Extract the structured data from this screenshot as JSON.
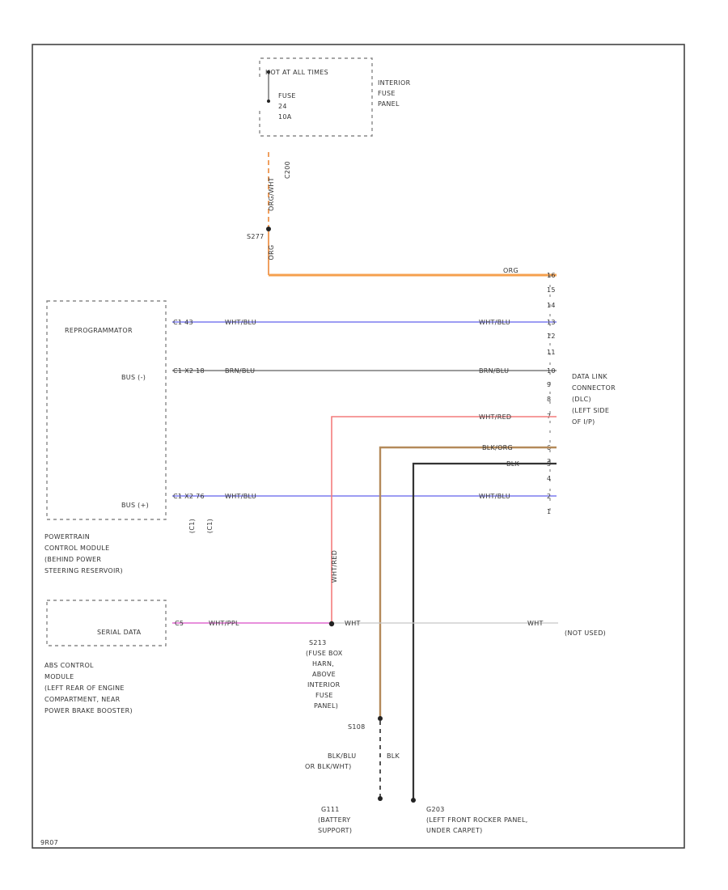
{
  "fuse_panel": {
    "hot_label": "HOT AT ALL TIMES",
    "fuse_name": "FUSE",
    "fuse_number": "24",
    "fuse_rating": "10A",
    "panel_name": [
      "INTERIOR",
      "FUSE",
      "PANEL"
    ]
  },
  "splices": {
    "s277": "S277",
    "s213": [
      "S213",
      "(FUSE BOX",
      "HARN,",
      "ABOVE",
      "INTERIOR",
      "FUSE",
      "PANEL)"
    ],
    "s108": "S108"
  },
  "grounds": {
    "g111": [
      "G111",
      "(BATTERY",
      "SUPPORT)"
    ],
    "g203": [
      "G203",
      "(LEFT FRONT ROCKER PANEL,",
      "UNDER CARPET)"
    ]
  },
  "pcm": {
    "title": "REPROGRAMMATOR",
    "bus_minus": "BUS (-)",
    "bus_plus": "BUS (+)",
    "name": [
      "POWERTRAIN",
      "CONTROL MODULE",
      "(BEHIND POWER",
      "STEERING RESERVOIR)"
    ]
  },
  "abs": {
    "label": "SERIAL DATA",
    "name": [
      "ABS CONTROL",
      "MODULE",
      "(LEFT REAR OF ENGINE",
      "COMPARTMENT, NEAR",
      "POWER BRAKE BOOSTER)"
    ]
  },
  "dlc": {
    "name": [
      "DATA LINK",
      "CONNECTOR",
      "(DLC)",
      "(LEFT SIDE",
      "OF I/P)"
    ],
    "pins": [
      "16",
      "15",
      "14",
      "13",
      "12",
      "11",
      "10",
      "9",
      "8",
      "7",
      "6",
      "5",
      "4",
      "3",
      "2",
      "1"
    ]
  },
  "wires": {
    "fuse_out": "C200",
    "orange_vertical": "ORG/WHT",
    "orange_low": "ORG",
    "orange_dlc": "ORG",
    "wht_blu_top": "WHT/BLU",
    "wht_blu_top_dlc": "WHT/BLU",
    "brn_blu": "BRN/BLU",
    "brn_blu_dlc": "BRN/BLU",
    "wht_red_dlc": "WHT/RED",
    "wht_red_vertical": "WHT/RED",
    "blk_org_dlc": "BLK/ORG",
    "blk_dlc": "BLK",
    "wht_blu_bus_plus": "WHT/BLU",
    "wht_blu_bus_plus_dlc": "WHT/BLU",
    "wht_ppl": "WHT/PPL",
    "wht_left": "WHT",
    "wht_right": "WHT",
    "not_used": "(NOT USED)",
    "blk_s108": "BLK",
    "blk_blu": [
      "BLK/BLU",
      "OR BLK/WHT)"
    ],
    "pin_pcm_top": "C1 43",
    "pin_pcm_minus": "C1 X2 18",
    "pin_pcm_plus": "C1 X2 76",
    "pin_abs": "C5",
    "pcm_connectors": [
      "(C1)",
      "(C1)"
    ]
  },
  "corner_code": "9R07"
}
